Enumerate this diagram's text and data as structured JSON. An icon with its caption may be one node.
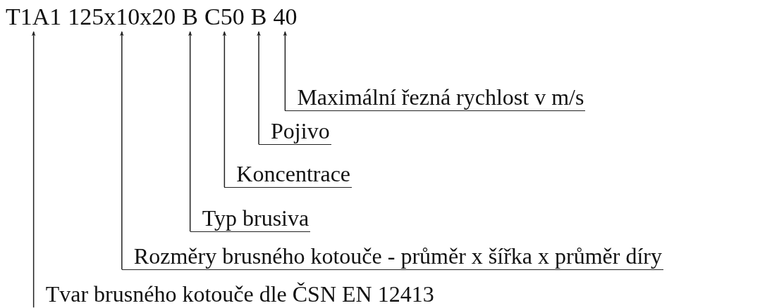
{
  "diagram": {
    "nodes": [
      {
        "text": [
          "T1A1"
        ]
      },
      {
        "text": [
          "125x10x20"
        ]
      },
      {
        "text": [
          "B"
        ]
      },
      {
        "text": [
          "C50"
        ]
      },
      {
        "text": [
          "B"
        ]
      },
      {
        "text": [
          "40"
        ]
      },
      {
        "text": [
          "Maximální řezná rychlost v m/s"
        ]
      },
      {
        "text": [
          "Pojivo"
        ]
      },
      {
        "text": [
          "Koncentrace"
        ]
      },
      {
        "text": [
          "Typ brusiva"
        ]
      },
      {
        "text": [
          "Rozměry brusného kotouče - průměr x šířka x průměr díry"
        ]
      },
      {
        "text": [
          "Tvar brusného kotouče dle ČSN EN 12413"
        ]
      }
    ],
    "edges": [
      {
        "from": 6,
        "to": 5,
        "arrow": "to"
      },
      {
        "from": 7,
        "to": 4,
        "arrow": "to"
      },
      {
        "from": 8,
        "to": 3,
        "arrow": "to"
      },
      {
        "from": 9,
        "to": 2,
        "arrow": "to"
      },
      {
        "from": 10,
        "to": 1,
        "arrow": "to"
      },
      {
        "from": 11,
        "to": 0,
        "arrow": "to"
      }
    ]
  }
}
